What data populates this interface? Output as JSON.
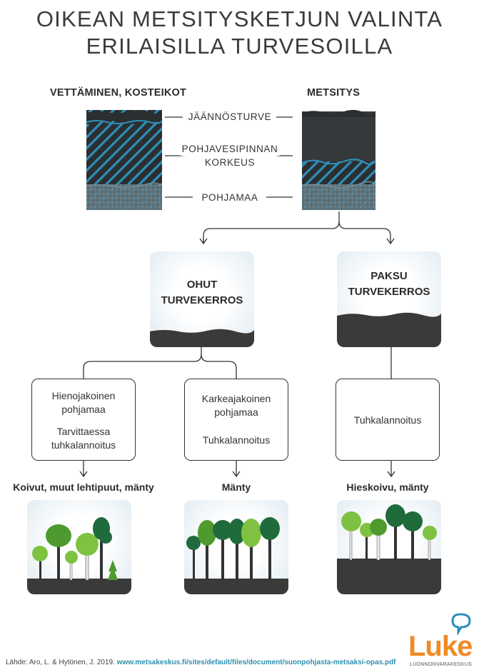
{
  "title": {
    "line1": "OIKEAN METSITYSKETJUN VALINTA",
    "line2": "ERILAISILLA TURVESOILLA"
  },
  "headers": {
    "left": "VETTÄMINEN, KOSTEIKOT",
    "right": "METSITYS"
  },
  "layer_labels": {
    "peat": "JÄÄNNÖSTURVE",
    "water_line1": "POHJAVESIPINNAN",
    "water_line2": "KORKEUS",
    "subsoil": "POHJAMAA"
  },
  "cards": {
    "thin_line1": "OHUT",
    "thin_line2": "TURVEKERROS",
    "thick_line1": "PAKSU",
    "thick_line2": "TURVEKERROS"
  },
  "boxes": {
    "fine_line1": "Hienojakoinen",
    "fine_line2": "pohjamaa",
    "fine_line3": "Tarvittaessa",
    "fine_line4": "tuhkalannoitus",
    "coarse_line1": "Karkeajakoinen",
    "coarse_line2": "pohjamaa",
    "coarse_line3": "Tuhkalannoitus",
    "thick": "Tuhkalannoitus"
  },
  "results": {
    "fine": "Koivut, muut lehtipuut, mänty",
    "coarse": "Mänty",
    "thick": "Hieskoivu, mänty"
  },
  "source": {
    "prefix": "Lähde: Aro, L. & Hytönen, J. 2019. ",
    "url": "www.metsakeskus.fi/sites/default/files/document/suonpohjasta-metsaksi-opas.pdf"
  },
  "logo": {
    "word": "Luke",
    "subtitle": "LUONNONVARAKESKUS"
  },
  "colors": {
    "peat": "#3a3a3a",
    "water": "#2e8fb8",
    "subsoil": "#6e7f86",
    "tree_dark": "#1f6b3b",
    "tree_mid": "#4f9a2e",
    "tree_light": "#7fc242",
    "accent": "#f08a24"
  }
}
